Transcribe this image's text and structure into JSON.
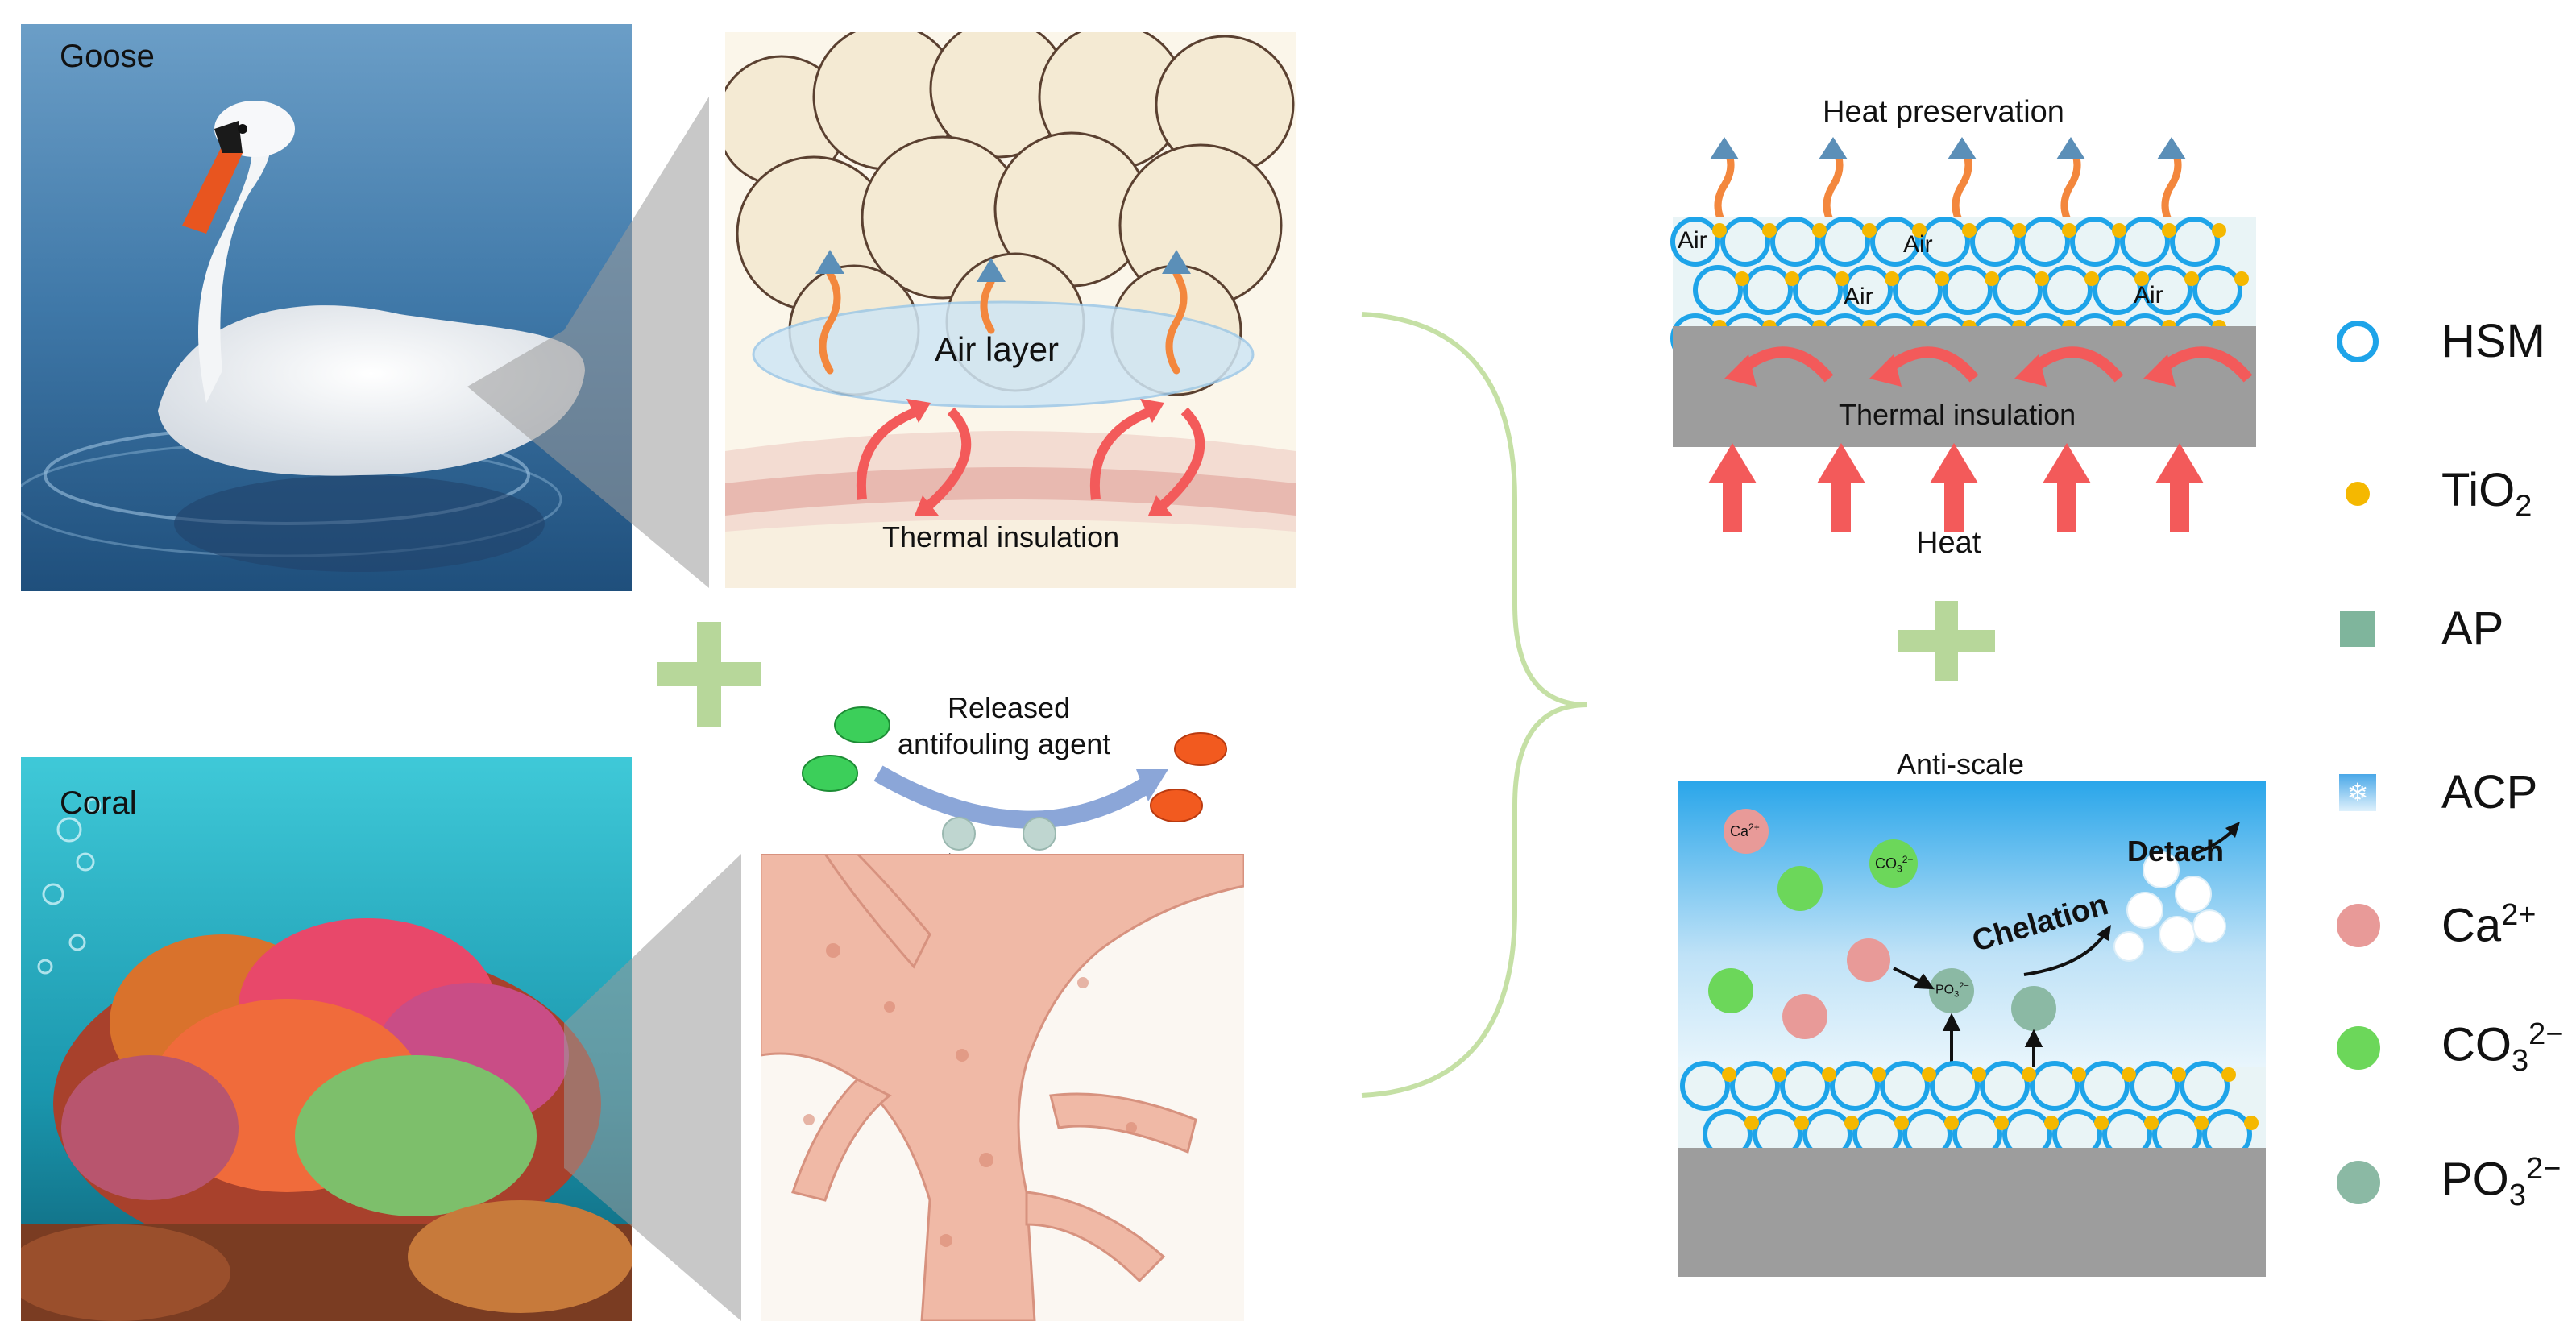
{
  "photos": {
    "goose_label": "Goose",
    "coral_label": "Coral"
  },
  "goose_detail": {
    "air_layer": "Air layer",
    "thermal_insulation": "Thermal insulation"
  },
  "coral_detail": {
    "released_line1": "Released",
    "released_line2": "antifouling agent"
  },
  "heat_panel": {
    "title": "Heat preservation",
    "air_bubbles": [
      "Air",
      "Air",
      "Air",
      "Air"
    ],
    "thermal_insulation": "Thermal insulation",
    "heat": "Heat"
  },
  "scale_panel": {
    "title": "Anti-scale",
    "ca_label": "Ca",
    "ca_sup": "2+",
    "co3_label": "CO",
    "co3_sub": "3",
    "co3_sup": "2−",
    "po3_label": "PO",
    "po3_sub": "3",
    "po3_sup": "2−",
    "chelation": "Chelation",
    "detach": "Detach"
  },
  "legend": {
    "items": [
      {
        "key": "hsm",
        "label": "HSM",
        "sub": "",
        "sup": "",
        "color": "#1ea4e9"
      },
      {
        "key": "tio2",
        "label": "TiO",
        "sub": "2",
        "sup": "",
        "color": "#f5b800"
      },
      {
        "key": "ap",
        "label": "AP",
        "sub": "",
        "sup": "",
        "color": "#7fb59c"
      },
      {
        "key": "acp",
        "label": "ACP",
        "sub": "",
        "sup": "",
        "color": "#4aa8e8"
      },
      {
        "key": "ca",
        "label": "Ca",
        "sub": "",
        "sup": "2+",
        "color": "#e89a98"
      },
      {
        "key": "co3",
        "label": "CO",
        "sub": "3",
        "sup": "2−",
        "color": "#6cd75a"
      },
      {
        "key": "po3",
        "label": "PO",
        "sub": "3",
        "sup": "2−",
        "color": "#8bb9a4"
      }
    ]
  },
  "colors": {
    "plus_sign": "#b7d79a",
    "brace": "#c5e0a5",
    "heat_arrow": "#f35a5a",
    "substrate": "#9d9d9d",
    "hsm_ring": "#1ea4e9",
    "tio2": "#f5b800"
  }
}
